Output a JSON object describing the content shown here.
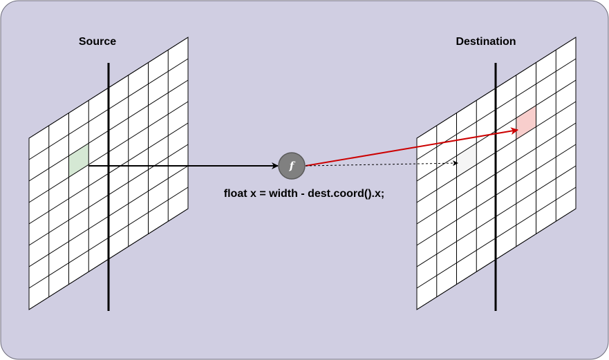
{
  "source": {
    "title": "Source",
    "highlight_color": "#d5e8d4"
  },
  "destination": {
    "title": "Destination",
    "highlight_color": "#f8cecc",
    "ghost_color": "#f5f5f5"
  },
  "function_node": {
    "symbol": "f",
    "fill": "#808080"
  },
  "formula": "float x = width - dest.coord().x;",
  "colors": {
    "background": "#d0cee2",
    "grid_line": "#000000",
    "mapping_arrow": "#cc0000",
    "input_arrow": "#000000"
  }
}
